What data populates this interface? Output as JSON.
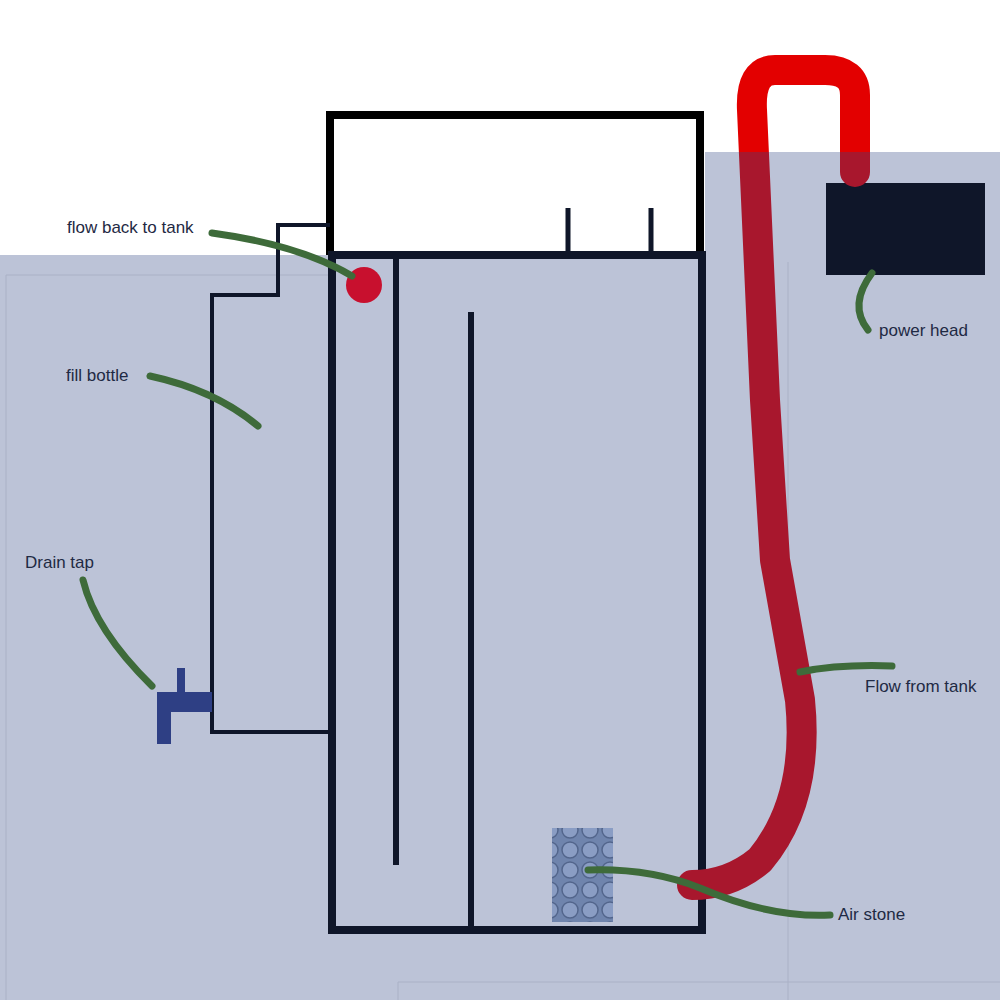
{
  "diagram": {
    "labels": [
      "flow back to tank",
      "fill bottle",
      "Drain tap",
      "power head",
      "Flow from tank",
      "Air stone"
    ]
  }
}
